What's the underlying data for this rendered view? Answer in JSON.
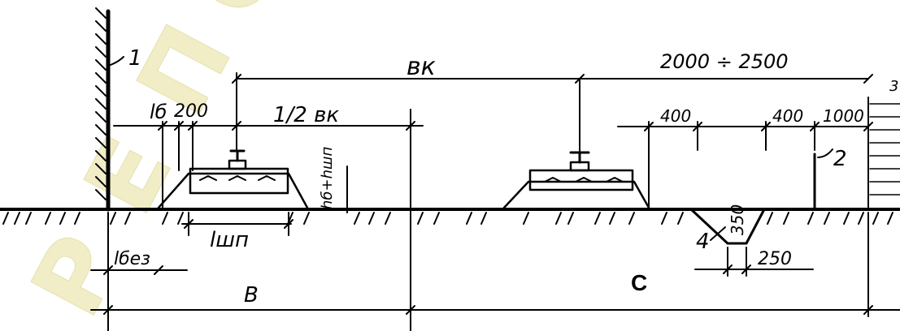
{
  "header": {
    "partial_text": ""
  },
  "labels": {
    "wall_marker": "1",
    "post_marker": "2",
    "edge_marker": "3",
    "ditch_marker": "4",
    "track_width": "вк",
    "half_track_width": "1/2 вк",
    "berm_width": "lб",
    "dim_200": "200",
    "dim_2000_2500": "2000 ÷ 2500",
    "dim_400_a": "400",
    "dim_400_b": "400",
    "dim_1000": "1000",
    "dim_350": "350",
    "dim_250": "250",
    "sleeper_height": "hб+hшп",
    "sleeper_length": "lшп",
    "safety_gap": "lбез",
    "zone_b": "В",
    "zone_c": "С"
  },
  "colors": {
    "ink": "#000000",
    "watermark": "#e7e09a"
  }
}
